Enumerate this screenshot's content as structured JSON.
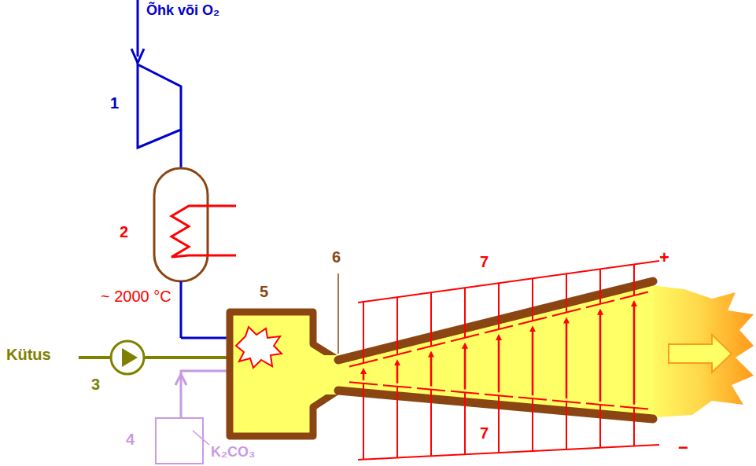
{
  "diagram": {
    "labels": [
      "Õhk või O₂",
      "1",
      "2",
      "~ 2000 °C",
      "5",
      "6",
      "7",
      "+",
      "Kütus",
      "3",
      "4",
      "K₂CO₃",
      "7",
      "−"
    ]
  }
}
